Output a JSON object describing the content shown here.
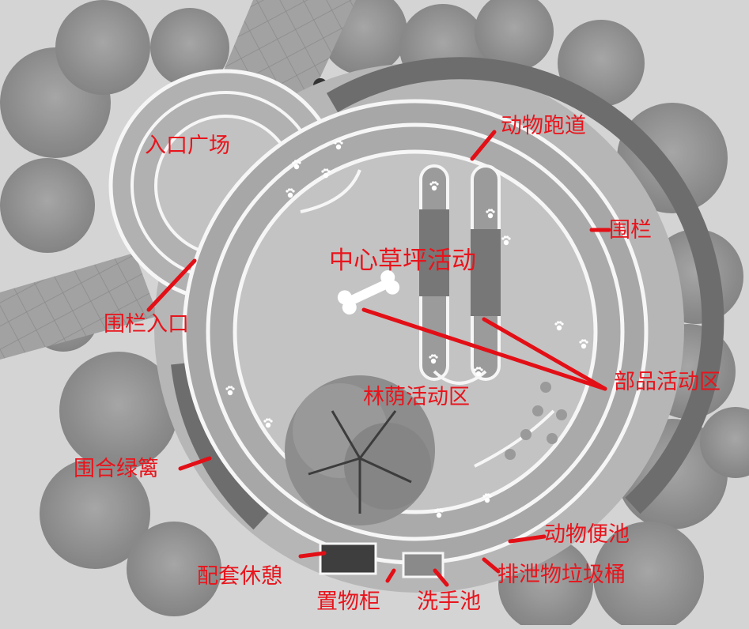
{
  "colors": {
    "label": "#e8141c",
    "leader": "#e30f16",
    "background": "#d4d4d4",
    "tree": "#8e8e8e",
    "track": "#a9a9a9",
    "lawn": "#c3c3c3",
    "fence": "#666666",
    "white_line": "#f6f6f6"
  },
  "labels": {
    "entrance_plaza": "入口广场",
    "animal_track": "动物跑道",
    "fence": "围栏",
    "central_lawn": "中心草坪活动",
    "fence_entrance": "围栏入口",
    "equipment_area": "部品活动区",
    "shade_area": "林荫活动区",
    "hedge": "围合绿篱",
    "pet_toilet": "动物便池",
    "rest_facility": "配套休憩",
    "waste_bin": "排泄物垃圾桶",
    "locker": "置物柜",
    "wash_basin": "洗手池"
  },
  "icons": {
    "paw": "paw-print-icon",
    "bone": "bone-icon"
  }
}
